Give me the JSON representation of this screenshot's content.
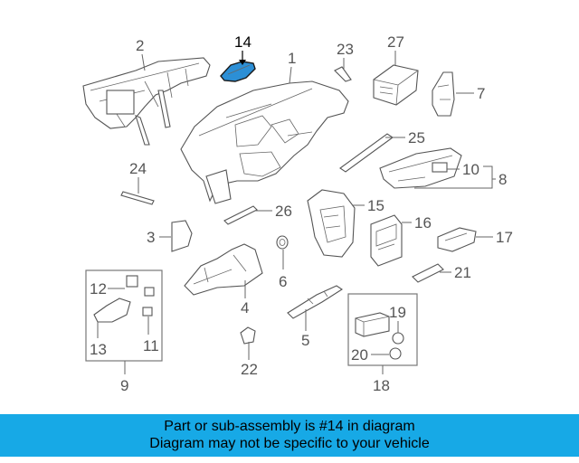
{
  "diagram": {
    "highlight_color": "#2c8fd6",
    "labels": {
      "p1": "1",
      "p2": "2",
      "p3": "3",
      "p4": "4",
      "p5": "5",
      "p6": "6",
      "p7": "7",
      "p8": "8",
      "p9": "9",
      "p10": "10",
      "p11": "11",
      "p12": "12",
      "p13": "13",
      "p14": "14",
      "p15": "15",
      "p16": "16",
      "p17": "17",
      "p18": "18",
      "p19": "19",
      "p20": "20",
      "p21": "21",
      "p22": "22",
      "p23": "23",
      "p24": "24",
      "p25": "25",
      "p26": "26",
      "p27": "27"
    }
  },
  "banner": {
    "color": "#17a9e6",
    "line1": "Part or sub-assembly is #14 in diagram",
    "line2": "Diagram may not be specific to your vehicle"
  }
}
